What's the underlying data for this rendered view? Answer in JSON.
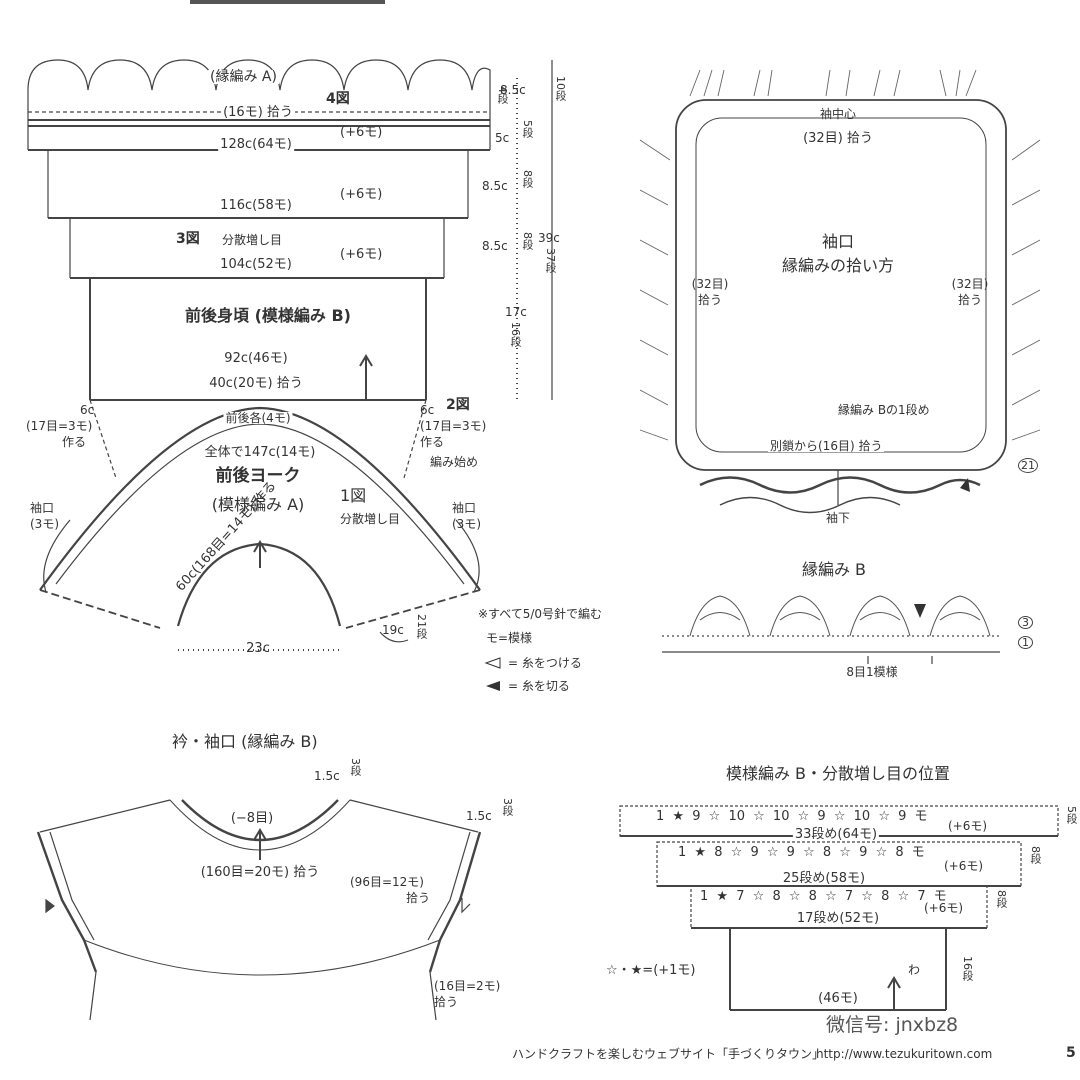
{
  "body_diagram": {
    "edging_a_label": "(縁編み A)",
    "fig4": "4図",
    "pick_16": "(16モ) 拾う",
    "w128": "128c(64モ)",
    "inc6_a": "(+6モ)",
    "w116": "116c(58モ)",
    "inc6_b": "(+6モ)",
    "fig3": "3図",
    "dispersed_inc": "分散増し目",
    "w104": "104c(52モ)",
    "inc6_c": "(+6モ)",
    "body_title": "前後身頃 (模様編み B)",
    "w92": "92c(46モ)",
    "pick_40": "40c(20モ) 拾う",
    "left_6c": "6c",
    "left_17": "(17目=3モ)",
    "left_make": "作る",
    "right_6c": "6c",
    "right_17": "(17目=3モ)",
    "right_make": "作る",
    "fig2": "2図",
    "dims": {
      "d4_c": "8.5c",
      "d4_r": "4段",
      "d10_r": "10段",
      "d5_c": "5c",
      "d5_r": "5段",
      "d8a_c": "8.5c",
      "d8a_r": "8段",
      "d8b_c": "8.5c",
      "d8b_r": "8段",
      "d39_c": "39c",
      "d37_r": "37段",
      "d17_c": "17c",
      "d16_r": "16段"
    }
  },
  "yoke_diagram": {
    "each_4": "前後各(4モ)",
    "total": "全体で147c(14モ)",
    "start": "編み始め",
    "title": "前後ヨーク",
    "subtitle": "(模様編み A)",
    "fig1": "1図",
    "dispersed": "分散増し目",
    "cuff_l": "袖口",
    "cuff_l_m": "(3モ)",
    "cuff_r": "袖口",
    "cuff_r_m": "(3モ)",
    "inner": "60c(168目=14モ) 作る",
    "w23": "23c",
    "h19": "19c",
    "h21": "21段"
  },
  "notes": {
    "note1": "※すべて5/0号針で編む",
    "note2": "モ=模様",
    "note3": "= 糸をつける",
    "note4": "= 糸を切る"
  },
  "sleeve_diagram": {
    "title": "袖口",
    "subtitle": "縁編みの拾い方",
    "center": "袖中心",
    "pick_top": "(32目) 拾う",
    "pick_left": "(32目)",
    "pick_left2": "拾う",
    "pick_right": "(32目)",
    "pick_right2": "拾う",
    "edging_b1": "縁編み Bの1段め",
    "chain_pick": "別鎖から(16目) 拾う",
    "underarm": "袖下",
    "row21": "21"
  },
  "edging_b": {
    "title": "縁編み B",
    "repeat": "8目1模様",
    "r3": "3",
    "r1": "1"
  },
  "collar_diagram": {
    "title": "衿・袖口 (縁編み B)",
    "c15": "1.5c",
    "r3": "3段",
    "dec8": "(−8目)",
    "pick160": "(160目=20モ) 拾う",
    "c15b": "1.5c",
    "r3b": "3段",
    "pick96": "(96目=12モ)",
    "pick96b": "拾う",
    "pick16": "(16目=2モ)",
    "pick16b": "拾う"
  },
  "increase_positions": {
    "title": "模様編み B・分散増し目の位置",
    "row1": [
      "1",
      "★",
      "9",
      "☆",
      "10",
      "☆",
      "10",
      "☆",
      "9",
      "☆",
      "10",
      "☆",
      "9",
      "モ"
    ],
    "row1_label": "33段め(64モ)",
    "row1_inc": "(+6モ)",
    "row2": [
      "1",
      "★",
      "8",
      "☆",
      "9",
      "☆",
      "9",
      "☆",
      "8",
      "☆",
      "9",
      "☆",
      "8",
      "モ"
    ],
    "row2_label": "25段め(58モ)",
    "row2_inc": "(+6モ)",
    "row3": [
      "1",
      "★",
      "7",
      "☆",
      "8",
      "☆",
      "8",
      "☆",
      "7",
      "☆",
      "8",
      "☆",
      "7",
      "モ"
    ],
    "row3_label": "17段め(52モ)",
    "row3_inc": "(+6モ)",
    "bottom": "(46モ)",
    "wa": "わ",
    "r5": "5段",
    "r8a": "8段",
    "r8b": "8段",
    "r16": "16段",
    "legend": "☆・★=(+1モ)"
  },
  "footer": {
    "site": "ハンドクラフトを楽しむウェブサイト「手づくりタウン」",
    "url": "http://www.tezukuritown.com",
    "wechat": "微信号: jnxbz8",
    "page": "5"
  }
}
